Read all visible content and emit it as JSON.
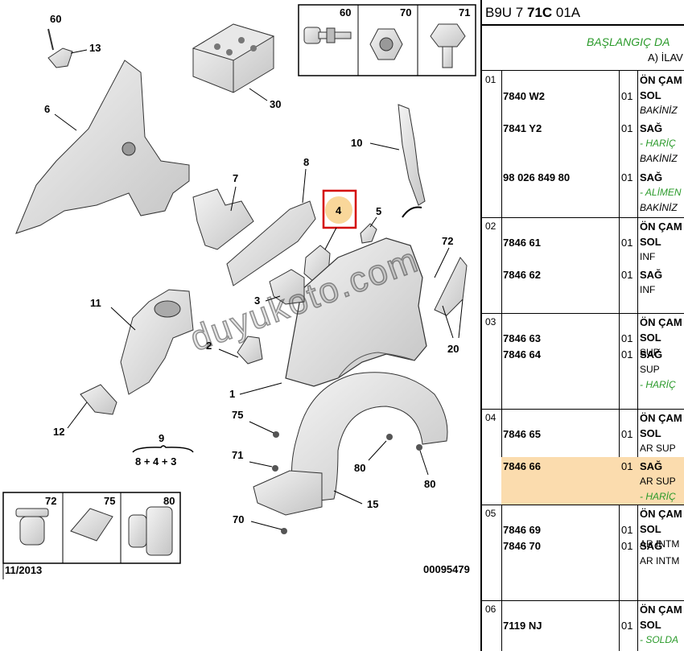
{
  "header": {
    "code_prefix": "B9U 7 ",
    "code_bold": "71C",
    "code_suffix": " 01A",
    "title": "BAŞLANGIÇ DA",
    "subtitle": "A) İLAV"
  },
  "diagram": {
    "labels": [
      "60",
      "13",
      "30",
      "6",
      "7",
      "8",
      "4",
      "10",
      "5",
      "72",
      "3",
      "11",
      "2",
      "20",
      "1",
      "75",
      "71",
      "80",
      "80",
      "15",
      "12",
      "9",
      "8 + 4 + 3",
      "70"
    ],
    "top_legend": [
      "60",
      "70",
      "71"
    ],
    "bottom_legend": [
      "72",
      "75",
      "80"
    ],
    "date": "11/2013",
    "ref": "00095479",
    "watermark": "duyukoto.com"
  },
  "groups": [
    {
      "num": "01",
      "items": [
        {
          "ref": "7840 W2",
          "qty": "01",
          "lines": [
            {
              "t": "ÖN ÇAM",
              "s": "b"
            },
            {
              "t": "SOL",
              "s": "b"
            },
            {
              "t": "BAKİNİZ",
              "s": "i"
            }
          ]
        },
        {
          "ref": "7841 Y2",
          "qty": "01",
          "lines": [
            {
              "t": "SAĞ",
              "s": "b"
            },
            {
              "t": "- HARİÇ",
              "s": "g"
            },
            {
              "t": "BAKİNİZ",
              "s": "i"
            }
          ]
        },
        {
          "ref": "98 026 849 80",
          "qty": "01",
          "lines": [
            {
              "t": "SAĞ",
              "s": "b"
            },
            {
              "t": "- ALİMEN",
              "s": "g"
            },
            {
              "t": "BAKİNİZ",
              "s": "i"
            }
          ]
        }
      ]
    },
    {
      "num": "02",
      "items": [
        {
          "ref": "7846 61",
          "qty": "01",
          "lines": [
            {
              "t": "ÖN ÇAM",
              "s": "b"
            },
            {
              "t": "SOL",
              "s": "b"
            },
            {
              "t": "INF",
              "s": "n"
            }
          ]
        },
        {
          "ref": "7846 62",
          "qty": "01",
          "lines": [
            {
              "t": "SAĞ",
              "s": "b"
            },
            {
              "t": "INF",
              "s": "n"
            }
          ]
        }
      ]
    },
    {
      "num": "03",
      "items": [
        {
          "ref": "7846 63",
          "qty": "01",
          "lines": [
            {
              "t": "ÖN ÇAM",
              "s": "b"
            },
            {
              "t": "SOL",
              "s": "b"
            },
            {
              "t": "SUP",
              "s": "n"
            }
          ]
        },
        {
          "ref": "7846 64",
          "qty": "01",
          "lines": [
            {
              "t": "SAĞ",
              "s": "b"
            },
            {
              "t": "SUP",
              "s": "n"
            },
            {
              "t": "- HARİÇ",
              "s": "g"
            }
          ]
        }
      ]
    },
    {
      "num": "04",
      "items": [
        {
          "ref": "7846 65",
          "qty": "01",
          "lines": [
            {
              "t": "ÖN ÇAM",
              "s": "b"
            },
            {
              "t": "SOL",
              "s": "b"
            },
            {
              "t": "AR SUP",
              "s": "n"
            }
          ]
        },
        {
          "ref": "7846 66",
          "qty": "01",
          "lines": [
            {
              "t": "SAĞ",
              "s": "b"
            },
            {
              "t": "AR SUP",
              "s": "n"
            },
            {
              "t": "- HARİÇ",
              "s": "g"
            }
          ]
        }
      ]
    },
    {
      "num": "05",
      "items": [
        {
          "ref": "7846 69",
          "qty": "01",
          "lines": [
            {
              "t": "ÖN ÇAM",
              "s": "b"
            },
            {
              "t": "SOL",
              "s": "b"
            },
            {
              "t": "AR INTM",
              "s": "n"
            }
          ]
        },
        {
          "ref": "7846 70",
          "qty": "01",
          "lines": [
            {
              "t": "SAĞ",
              "s": "b"
            },
            {
              "t": "AR INTM",
              "s": "n"
            }
          ]
        }
      ]
    },
    {
      "num": "06",
      "items": [
        {
          "ref": "7119 NJ",
          "qty": "01",
          "lines": [
            {
              "t": "ÖN ÇAM",
              "s": "b"
            },
            {
              "t": "SOL",
              "s": "b"
            },
            {
              "t": "- SOLDA",
              "s": "g"
            }
          ]
        }
      ]
    }
  ]
}
